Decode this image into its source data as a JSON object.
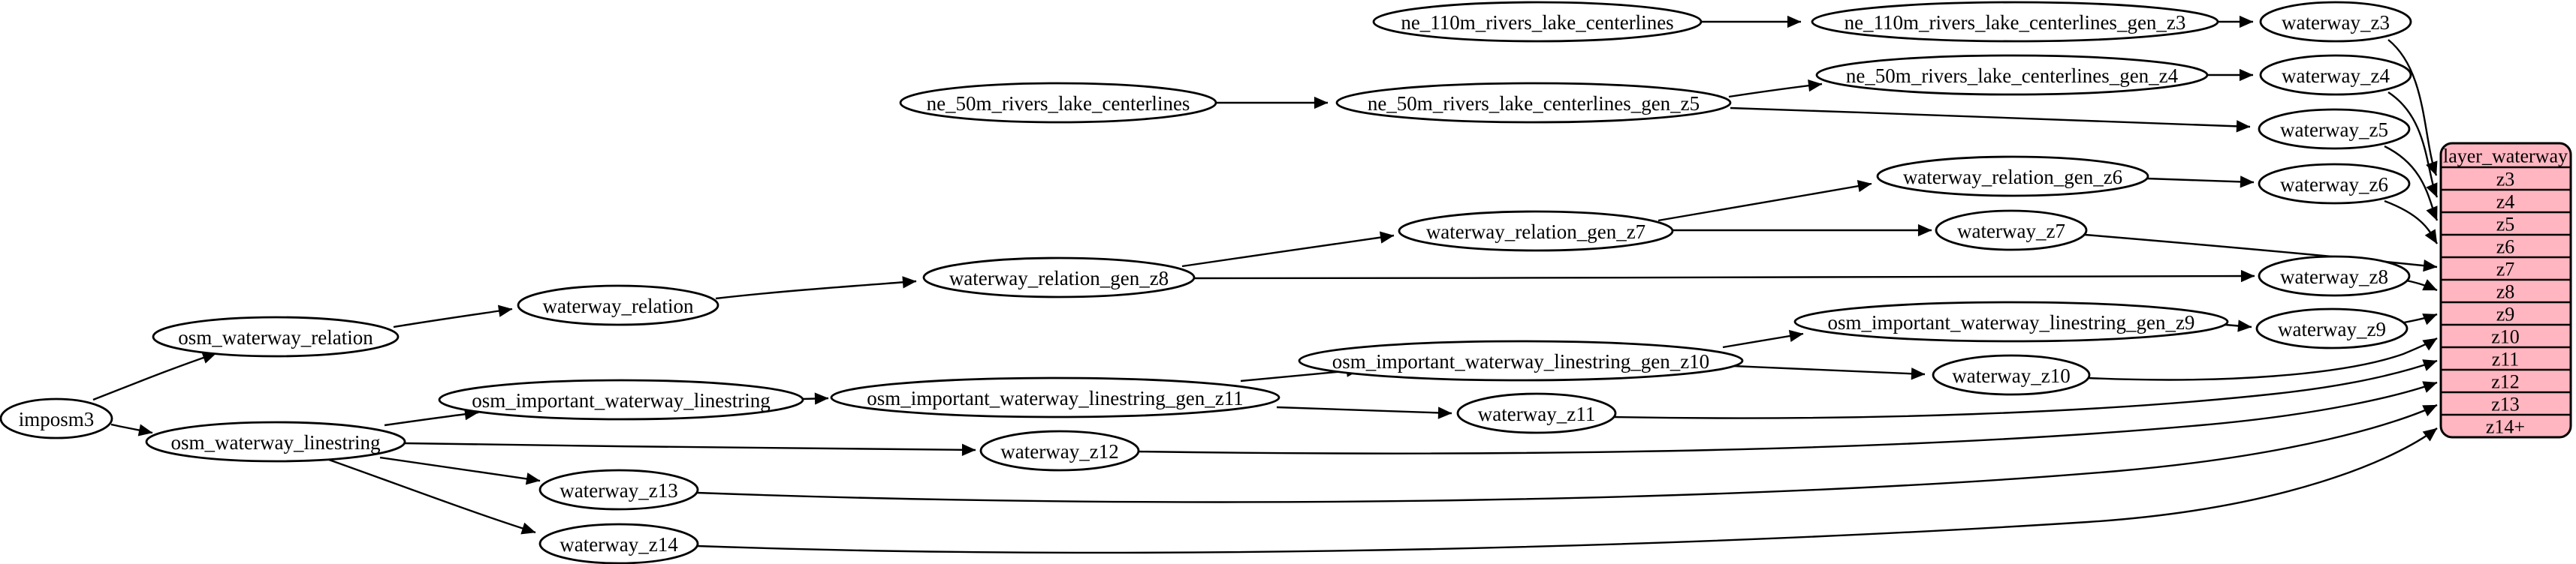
{
  "diagram": {
    "kind": "etl-dependency-graph",
    "background_color": "#ffffff",
    "node_fill_color": "#ffffff",
    "node_stroke_color": "#000000",
    "edge_color": "#000000"
  },
  "nodes": {
    "imposm3": "imposm3",
    "osm_waterway_relation": "osm_waterway_relation",
    "waterway_relation": "waterway_relation",
    "waterway_relation_gen_z8": "waterway_relation_gen_z8",
    "waterway_relation_gen_z7": "waterway_relation_gen_z7",
    "waterway_relation_gen_z6": "waterway_relation_gen_z6",
    "osm_waterway_linestring": "osm_waterway_linestring",
    "osm_important_waterway_linestring": "osm_important_waterway_linestring",
    "osm_important_waterway_linestring_gen_z11": "osm_important_waterway_linestring_gen_z11",
    "osm_important_waterway_linestring_gen_z10": "osm_important_waterway_linestring_gen_z10",
    "osm_important_waterway_linestring_gen_z9": "osm_important_waterway_linestring_gen_z9",
    "ne_110m_rivers_lake_centerlines": "ne_110m_rivers_lake_centerlines",
    "ne_110m_rivers_lake_centerlines_gen_z3": "ne_110m_rivers_lake_centerlines_gen_z3",
    "ne_50m_rivers_lake_centerlines": "ne_50m_rivers_lake_centerlines",
    "ne_50m_rivers_lake_centerlines_gen_z5": "ne_50m_rivers_lake_centerlines_gen_z5",
    "ne_50m_rivers_lake_centerlines_gen_z4": "ne_50m_rivers_lake_centerlines_gen_z4",
    "waterway_z3": "waterway_z3",
    "waterway_z4": "waterway_z4",
    "waterway_z5": "waterway_z5",
    "waterway_z6": "waterway_z6",
    "waterway_z7": "waterway_z7",
    "waterway_z8": "waterway_z8",
    "waterway_z9": "waterway_z9",
    "waterway_z10": "waterway_z10",
    "waterway_z11": "waterway_z11",
    "waterway_z12": "waterway_z12",
    "waterway_z13": "waterway_z13",
    "waterway_z14": "waterway_z14"
  },
  "table": {
    "title": "layer_waterway",
    "rows": [
      "z3",
      "z4",
      "z5",
      "z6",
      "z7",
      "z8",
      "z9",
      "z10",
      "z11",
      "z12",
      "z13",
      "z14+"
    ],
    "fill": "#ffb6c1",
    "stroke": "#000000"
  },
  "edges": [
    {
      "from": "imposm3",
      "to": "osm_waterway_relation"
    },
    {
      "from": "imposm3",
      "to": "osm_waterway_linestring"
    },
    {
      "from": "osm_waterway_relation",
      "to": "waterway_relation"
    },
    {
      "from": "waterway_relation",
      "to": "waterway_relation_gen_z8"
    },
    {
      "from": "waterway_relation_gen_z8",
      "to": "waterway_relation_gen_z7"
    },
    {
      "from": "waterway_relation_gen_z8",
      "to": "waterway_z8"
    },
    {
      "from": "waterway_relation_gen_z7",
      "to": "waterway_relation_gen_z6"
    },
    {
      "from": "waterway_relation_gen_z7",
      "to": "waterway_z7"
    },
    {
      "from": "waterway_relation_gen_z6",
      "to": "waterway_z6"
    },
    {
      "from": "osm_waterway_linestring",
      "to": "osm_important_waterway_linestring"
    },
    {
      "from": "osm_waterway_linestring",
      "to": "waterway_z12"
    },
    {
      "from": "osm_waterway_linestring",
      "to": "waterway_z13"
    },
    {
      "from": "osm_waterway_linestring",
      "to": "waterway_z14"
    },
    {
      "from": "osm_important_waterway_linestring",
      "to": "osm_important_waterway_linestring_gen_z11"
    },
    {
      "from": "osm_important_waterway_linestring_gen_z11",
      "to": "osm_important_waterway_linestring_gen_z10"
    },
    {
      "from": "osm_important_waterway_linestring_gen_z11",
      "to": "waterway_z11"
    },
    {
      "from": "osm_important_waterway_linestring_gen_z10",
      "to": "osm_important_waterway_linestring_gen_z9"
    },
    {
      "from": "osm_important_waterway_linestring_gen_z10",
      "to": "waterway_z10"
    },
    {
      "from": "osm_important_waterway_linestring_gen_z9",
      "to": "waterway_z9"
    },
    {
      "from": "ne_110m_rivers_lake_centerlines",
      "to": "ne_110m_rivers_lake_centerlines_gen_z3"
    },
    {
      "from": "ne_110m_rivers_lake_centerlines_gen_z3",
      "to": "waterway_z3"
    },
    {
      "from": "ne_50m_rivers_lake_centerlines",
      "to": "ne_50m_rivers_lake_centerlines_gen_z5"
    },
    {
      "from": "ne_50m_rivers_lake_centerlines_gen_z5",
      "to": "ne_50m_rivers_lake_centerlines_gen_z4"
    },
    {
      "from": "ne_50m_rivers_lake_centerlines_gen_z5",
      "to": "waterway_z5"
    },
    {
      "from": "ne_50m_rivers_lake_centerlines_gen_z4",
      "to": "waterway_z4"
    },
    {
      "from": "waterway_z3",
      "to": "layer_waterway.z3"
    },
    {
      "from": "waterway_z4",
      "to": "layer_waterway.z4"
    },
    {
      "from": "waterway_z5",
      "to": "layer_waterway.z5"
    },
    {
      "from": "waterway_z6",
      "to": "layer_waterway.z6"
    },
    {
      "from": "waterway_z7",
      "to": "layer_waterway.z7"
    },
    {
      "from": "waterway_z8",
      "to": "layer_waterway.z8"
    },
    {
      "from": "waterway_z9",
      "to": "layer_waterway.z9"
    },
    {
      "from": "waterway_z10",
      "to": "layer_waterway.z10"
    },
    {
      "from": "waterway_z11",
      "to": "layer_waterway.z11"
    },
    {
      "from": "waterway_z12",
      "to": "layer_waterway.z12"
    },
    {
      "from": "waterway_z13",
      "to": "layer_waterway.z13"
    },
    {
      "from": "waterway_z14",
      "to": "layer_waterway.z14+"
    }
  ]
}
